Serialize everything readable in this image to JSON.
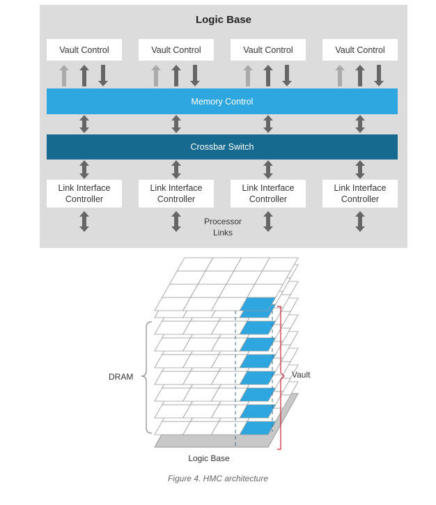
{
  "top_diagram": {
    "title": "Logic Base",
    "vault_controls": [
      "Vault Control",
      "Vault Control",
      "Vault Control",
      "Vault Control"
    ],
    "memory_control": "Memory Control",
    "crossbar_switch": "Crossbar Switch",
    "link_controllers": [
      {
        "line1": "Link Interface",
        "line2": "Controller"
      },
      {
        "line1": "Link Interface",
        "line2": "Controller"
      },
      {
        "line1": "Link Interface",
        "line2": "Controller"
      },
      {
        "line1": "Link Interface",
        "line2": "Controller"
      }
    ],
    "processor_links": {
      "line1": "Processor",
      "line2": "Links"
    }
  },
  "stack_diagram": {
    "dram_label": "DRAM",
    "vault_label": "Vault",
    "logic_base_label": "Logic Base"
  },
  "caption": "Figure 4. HMC architecture",
  "colors": {
    "panel": "#dcdcdc",
    "memory_control": "#2ea7e0",
    "crossbar": "#16698f",
    "arrow": "#666666",
    "arrow_light": "#aaaaaa",
    "vault_highlight": "#2ea7e0",
    "vault_bracket": "#cc2233"
  }
}
